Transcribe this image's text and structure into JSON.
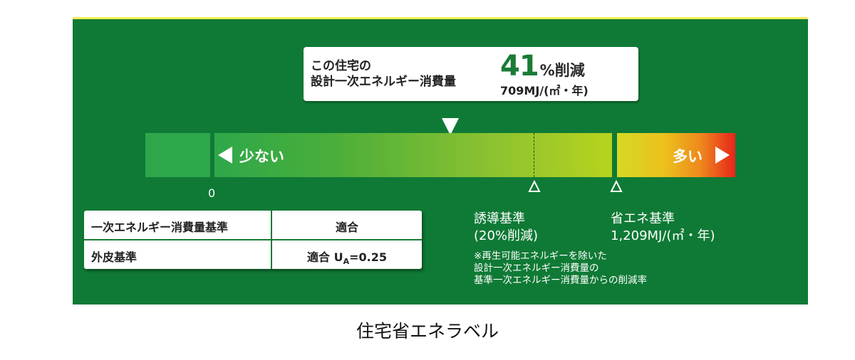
{
  "label": {
    "callout": {
      "line1": "この住宅の",
      "line2": "設計一次エネルギー消費量",
      "percent_number": "41",
      "percent_unit": "%削減",
      "consumption": "709MJ/(㎡・年)"
    },
    "scale": {
      "low_label": "少ない",
      "high_label": "多い",
      "zero_label": "0",
      "reduction_percent": 41
    },
    "standards": [
      {
        "line1": "誘導基準",
        "line2": "(20%削減)"
      },
      {
        "line1": "省エネ基準",
        "line2": "1,209MJ/(㎡・年)"
      }
    ],
    "note": [
      "※再生可能エネルギーを除いた",
      "設計一次エネルギー消費量の",
      "基準一次エネルギー消費量からの削減率"
    ],
    "table": {
      "rows": [
        {
          "key": "一次エネルギー消費量基準",
          "value": "適合"
        },
        {
          "key": "外皮基準",
          "value_prefix": "適合 U",
          "value_sub": "A",
          "value_suffix": "=0.25"
        }
      ]
    }
  },
  "caption": "住宅省エネラベル",
  "colors": {
    "panel_green": "#0f7a35",
    "accent_green": "#1a7b35",
    "high_red": "#e7251c"
  },
  "icons": [
    "triangle-down-icon",
    "triangle-left-icon",
    "triangle-right-icon",
    "triangle-up-outline-icon"
  ]
}
